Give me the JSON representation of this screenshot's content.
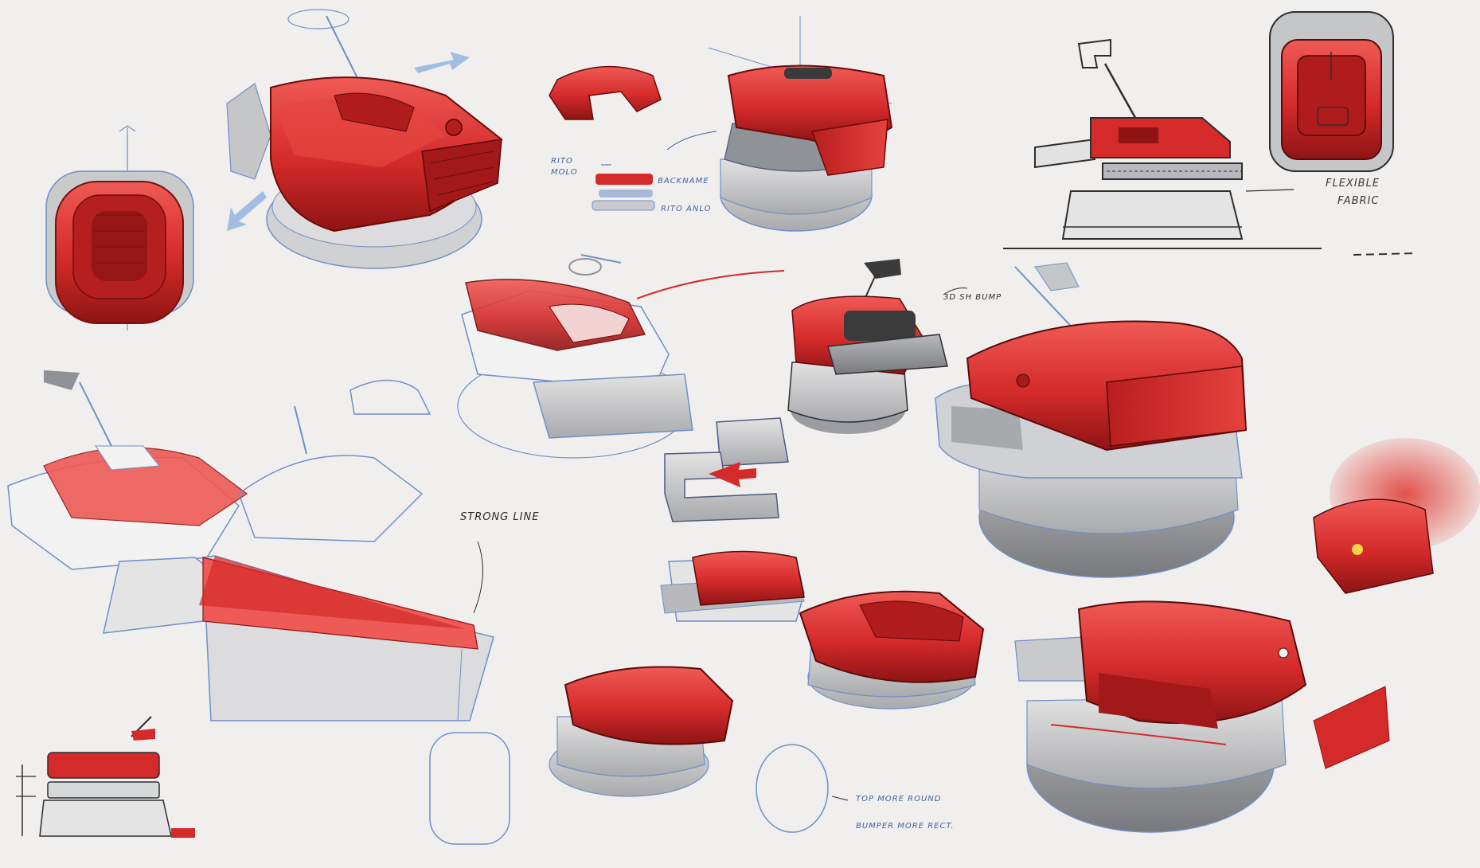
{
  "sheet": {
    "background": "#f1efed",
    "colors": {
      "red": "#d42a2a",
      "red_dark": "#8e1414",
      "red_light": "#ee5a55",
      "grey": "#cfcfcf",
      "grey_dark": "#8f9296",
      "ink": "#2e2e2e",
      "blue_pencil": "#6f8fc7"
    }
  },
  "annotations": {
    "strong_line": "STRONG LINE",
    "flexible_fabric_1": "FLEXIBLE",
    "flexible_fabric_2": "FABRIC",
    "top_more_round": "TOP MORE ROUND",
    "bumper_more_rect": "BUMPER MORE RECT.",
    "shell_bump": "3D SH BUMP",
    "layer_top_1": "RITO",
    "layer_top_2": "MOLO",
    "layer_mid": "BACKNAME",
    "layer_bottom": "RITO ANLO"
  }
}
